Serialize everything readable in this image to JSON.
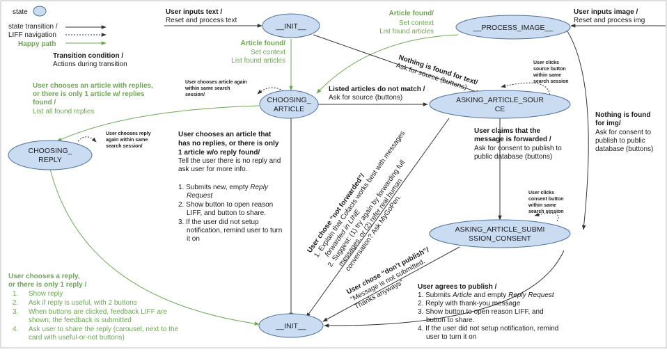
{
  "legend": {
    "state": "state",
    "transition_1": "state transition /",
    "transition_2": "LIFF navigation",
    "happy_path": "Happy path",
    "condition_1": "Transition condition /",
    "condition_2": "Actions during transition"
  },
  "states": {
    "init_top": "__INIT__",
    "process_image": "__PROCESS_IMAGE__",
    "choosing_article_1": "CHOOSING_",
    "choosing_article_2": "ARTICLE",
    "asking_source_1": "ASKING_ARTICLE_SOUR",
    "asking_source_2": "CE",
    "choosing_reply_1": "CHOOSING_",
    "choosing_reply_2": "REPLY",
    "asking_submission_1": "ASKING_ARTICLE_SUBMI",
    "asking_submission_2": "SSION_CONSENT",
    "init_bottom": "__INIT__"
  },
  "labels": {
    "user_text": {
      "cond": "User inputs text /",
      "action": "Reset and process text"
    },
    "user_image": {
      "cond": "User inputs image /",
      "action": "Reset and process img"
    },
    "article_found_right": {
      "cond": "Article found/",
      "a1": "Set context",
      "a2": "List found articles"
    },
    "article_found_left": {
      "cond": "Article found/",
      "a1": "Set context",
      "a2": "List found articles"
    },
    "nothing_text": {
      "cond": "Nothing is found for text/",
      "action": "Ask for source (buttons)"
    },
    "user_clicks_source": {
      "l1": "User clicks",
      "l2": "source button",
      "l3": "within same",
      "l4": "search session"
    },
    "choose_article_again": {
      "l1": "User chooses article again",
      "l2": "within same search",
      "l3": "session/"
    },
    "listed_not_match": {
      "cond": "Listed articles do not match /",
      "action": "Ask for source (buttons)"
    },
    "article_with_replies": {
      "c1": "User chooses an article with replies,",
      "c2": "or there is only 1 article w/ replies",
      "c3": "found /",
      "action": "List all found replies"
    },
    "choose_reply_again": {
      "l1": "User chooses reply",
      "l2": "again within same",
      "l3": "search session/"
    },
    "no_replies": {
      "c1": "User chooses an article that",
      "c2": "has no replies, or there is only",
      "c3": "1 article w/o reply found/",
      "a1": "Tell the user there is no reply and",
      "a2": "ask user for more info.",
      "i1a": "1. Submits new, empty ",
      "i1b": "Reply",
      "i1c": "Request",
      "i2a": "2. Show button to open reason",
      "i2b": "LIFF, and button to share.",
      "i3a": "3. If the user did not setup",
      "i3b": "notification, remind user to turn",
      "i3c": "it on"
    },
    "claims_forwarded": {
      "c1": "User claims that the",
      "c2": "message is forwarded /",
      "a1": "Ask for consent to publish to",
      "a2": "public database (buttons)"
    },
    "nothing_img": {
      "c1": "Nothing is found",
      "c2": "for img/",
      "a1": "Ask for consent to",
      "a2": "publish to public",
      "a3": "database (buttons)"
    },
    "user_clicks_consent": {
      "l1": "User clicks",
      "l2": "consent button",
      "l3": "within same",
      "l4": "search session"
    },
    "not_forwarded": {
      "c1a": "User chose ",
      "c1b": "“not forwarded”",
      "c1c": "/",
      "l1": "1. Explain that Cofacts works best with messages",
      "l2": "forwarded in LINE",
      "l3": "2. Suggest: (1) try again by forwarding full",
      "l4": "messages, or (2) refer real human",
      "l5": "conversation? Ask MyGoPen."
    },
    "dont_publish": {
      "c1a": "User chose ",
      "c1b": "“don’t publish”",
      "c1c": "/",
      "l1": "“Message is not submitted.",
      "l2": "Thanks anyways”"
    },
    "agrees_publish": {
      "cond": "User agrees to publish /",
      "i1a": "1. Submits ",
      "i1b": "Article",
      "i1c": " and empty ",
      "i1d": "Reply Request",
      "i2": "2. Reply with thank-you message",
      "i3a": "3. Show button to open reason LIFF, and",
      "i3b": "button to share.",
      "i4a": "4. If the user did not setup notification, remind",
      "i4b": "user to turn it on"
    },
    "reply_happy": {
      "c1": "User chooses a reply,",
      "c2": "or there is only 1 reply /",
      "n1": "1.",
      "t1": "Show reply",
      "n2": "2.",
      "t2": "Ask if reply is useful, with 2 buttons",
      "n3": "3.",
      "t3a": "When buttons are clicked, feedback LIFF are",
      "t3b": "shown; the feedback is submitted",
      "n4": "4.",
      "t4a": "Ask user to share the reply (carousel, next to the",
      "t4b": "card with useful-or-not buttons)"
    }
  },
  "colors": {
    "state_fill": "#c9dcf2",
    "state_stroke": "#4f6f9a",
    "happy_path": "#6aa84f",
    "edge": "#333333"
  }
}
